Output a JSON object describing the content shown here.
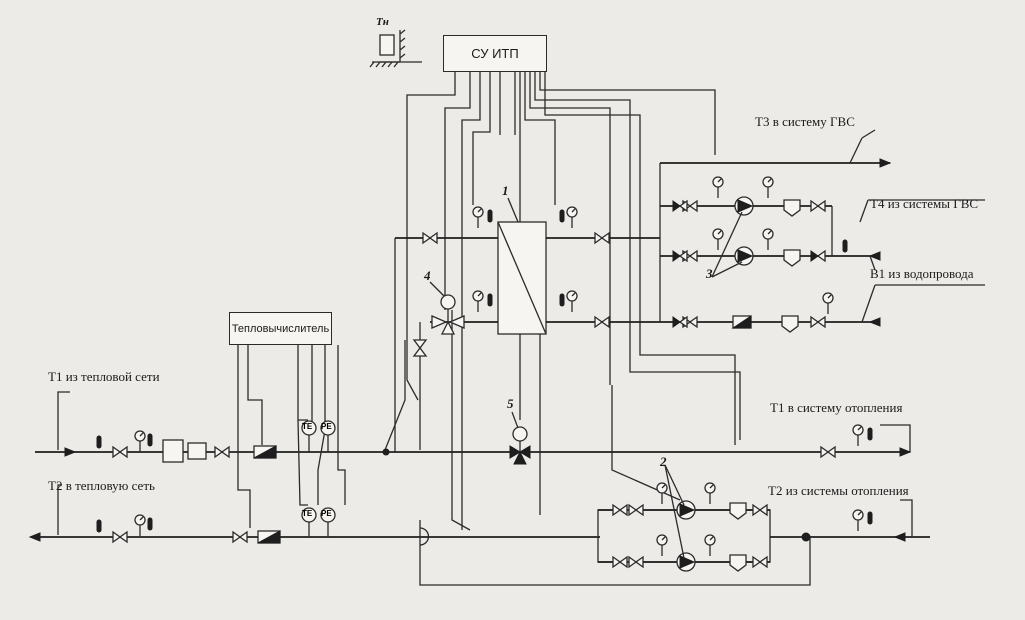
{
  "controller": {
    "label": "СУ ИТП"
  },
  "heat_calculator": {
    "label": "Тепловычислитель"
  },
  "outdoor_sensor": {
    "label": "Тн"
  },
  "lines": {
    "t1_in": "Т1 из тепловой сети",
    "t2_out": "Т2 в тепловую сеть",
    "t3": "Т3 в систему ГВС",
    "t4": "Т4 из системы ГВС",
    "b1": "В1 из водопровода",
    "t1_heating": "Т1 в систему отопления",
    "t2_heating": "Т2 из системы отопления"
  },
  "callouts": {
    "heat_exchanger": "1",
    "heating_pumps": "2",
    "dhw_pumps": "3",
    "dhw_valve": "4",
    "heating_valve": "5"
  },
  "sensor_tags": {
    "te": "TE",
    "pe": "PE"
  }
}
